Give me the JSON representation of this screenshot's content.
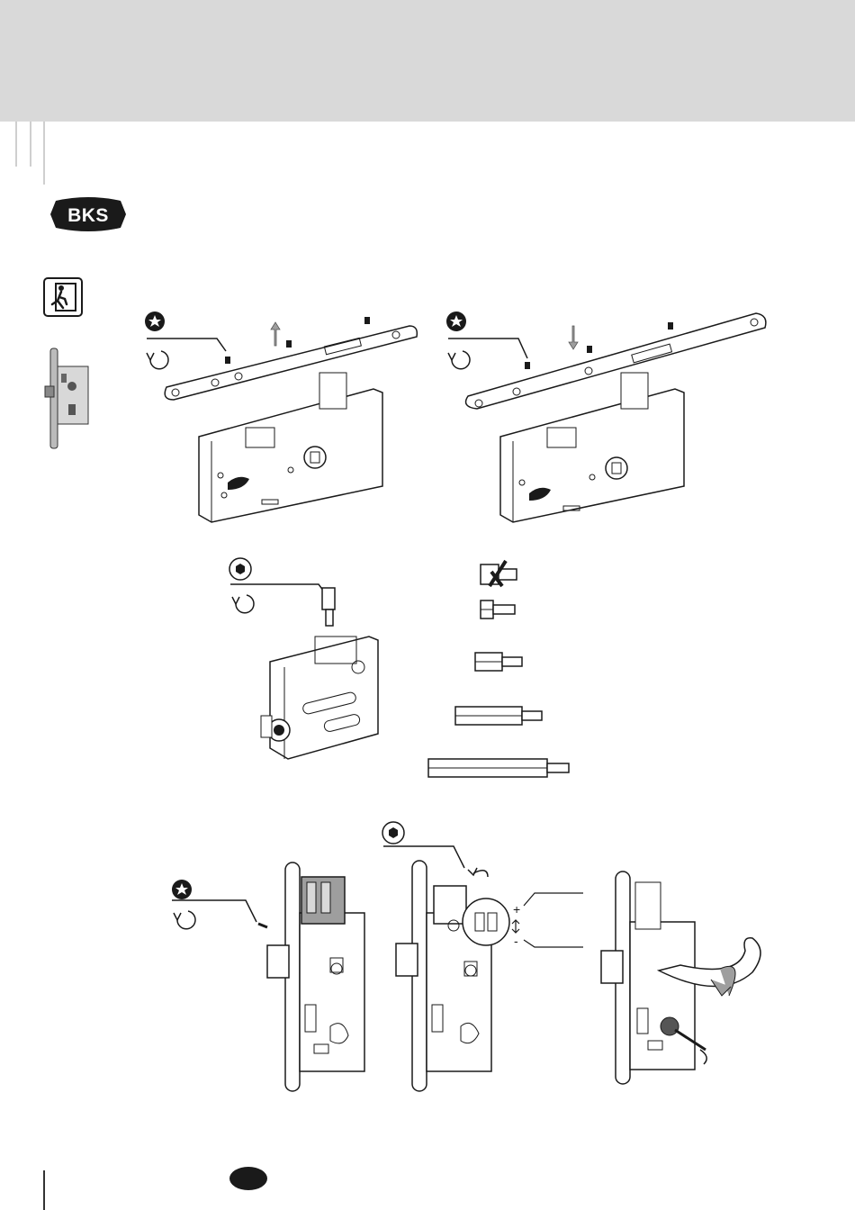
{
  "brand": {
    "logo_text": "BKS"
  },
  "icons": {
    "exit": "emergency-exit-icon",
    "torx": "torx-bit-icon",
    "hex": "hex-key-icon",
    "turn": "counterclockwise-arrow-icon"
  },
  "spacers": [
    "none",
    "short",
    "medium",
    "long",
    "extra-long"
  ],
  "adjust": {
    "plus": "+",
    "minus": "-"
  },
  "colors": {
    "header": "#d9d9d9",
    "line": "#1a1a1a",
    "arrow": "#9e9e9e",
    "badge": "#1a1a1a"
  }
}
